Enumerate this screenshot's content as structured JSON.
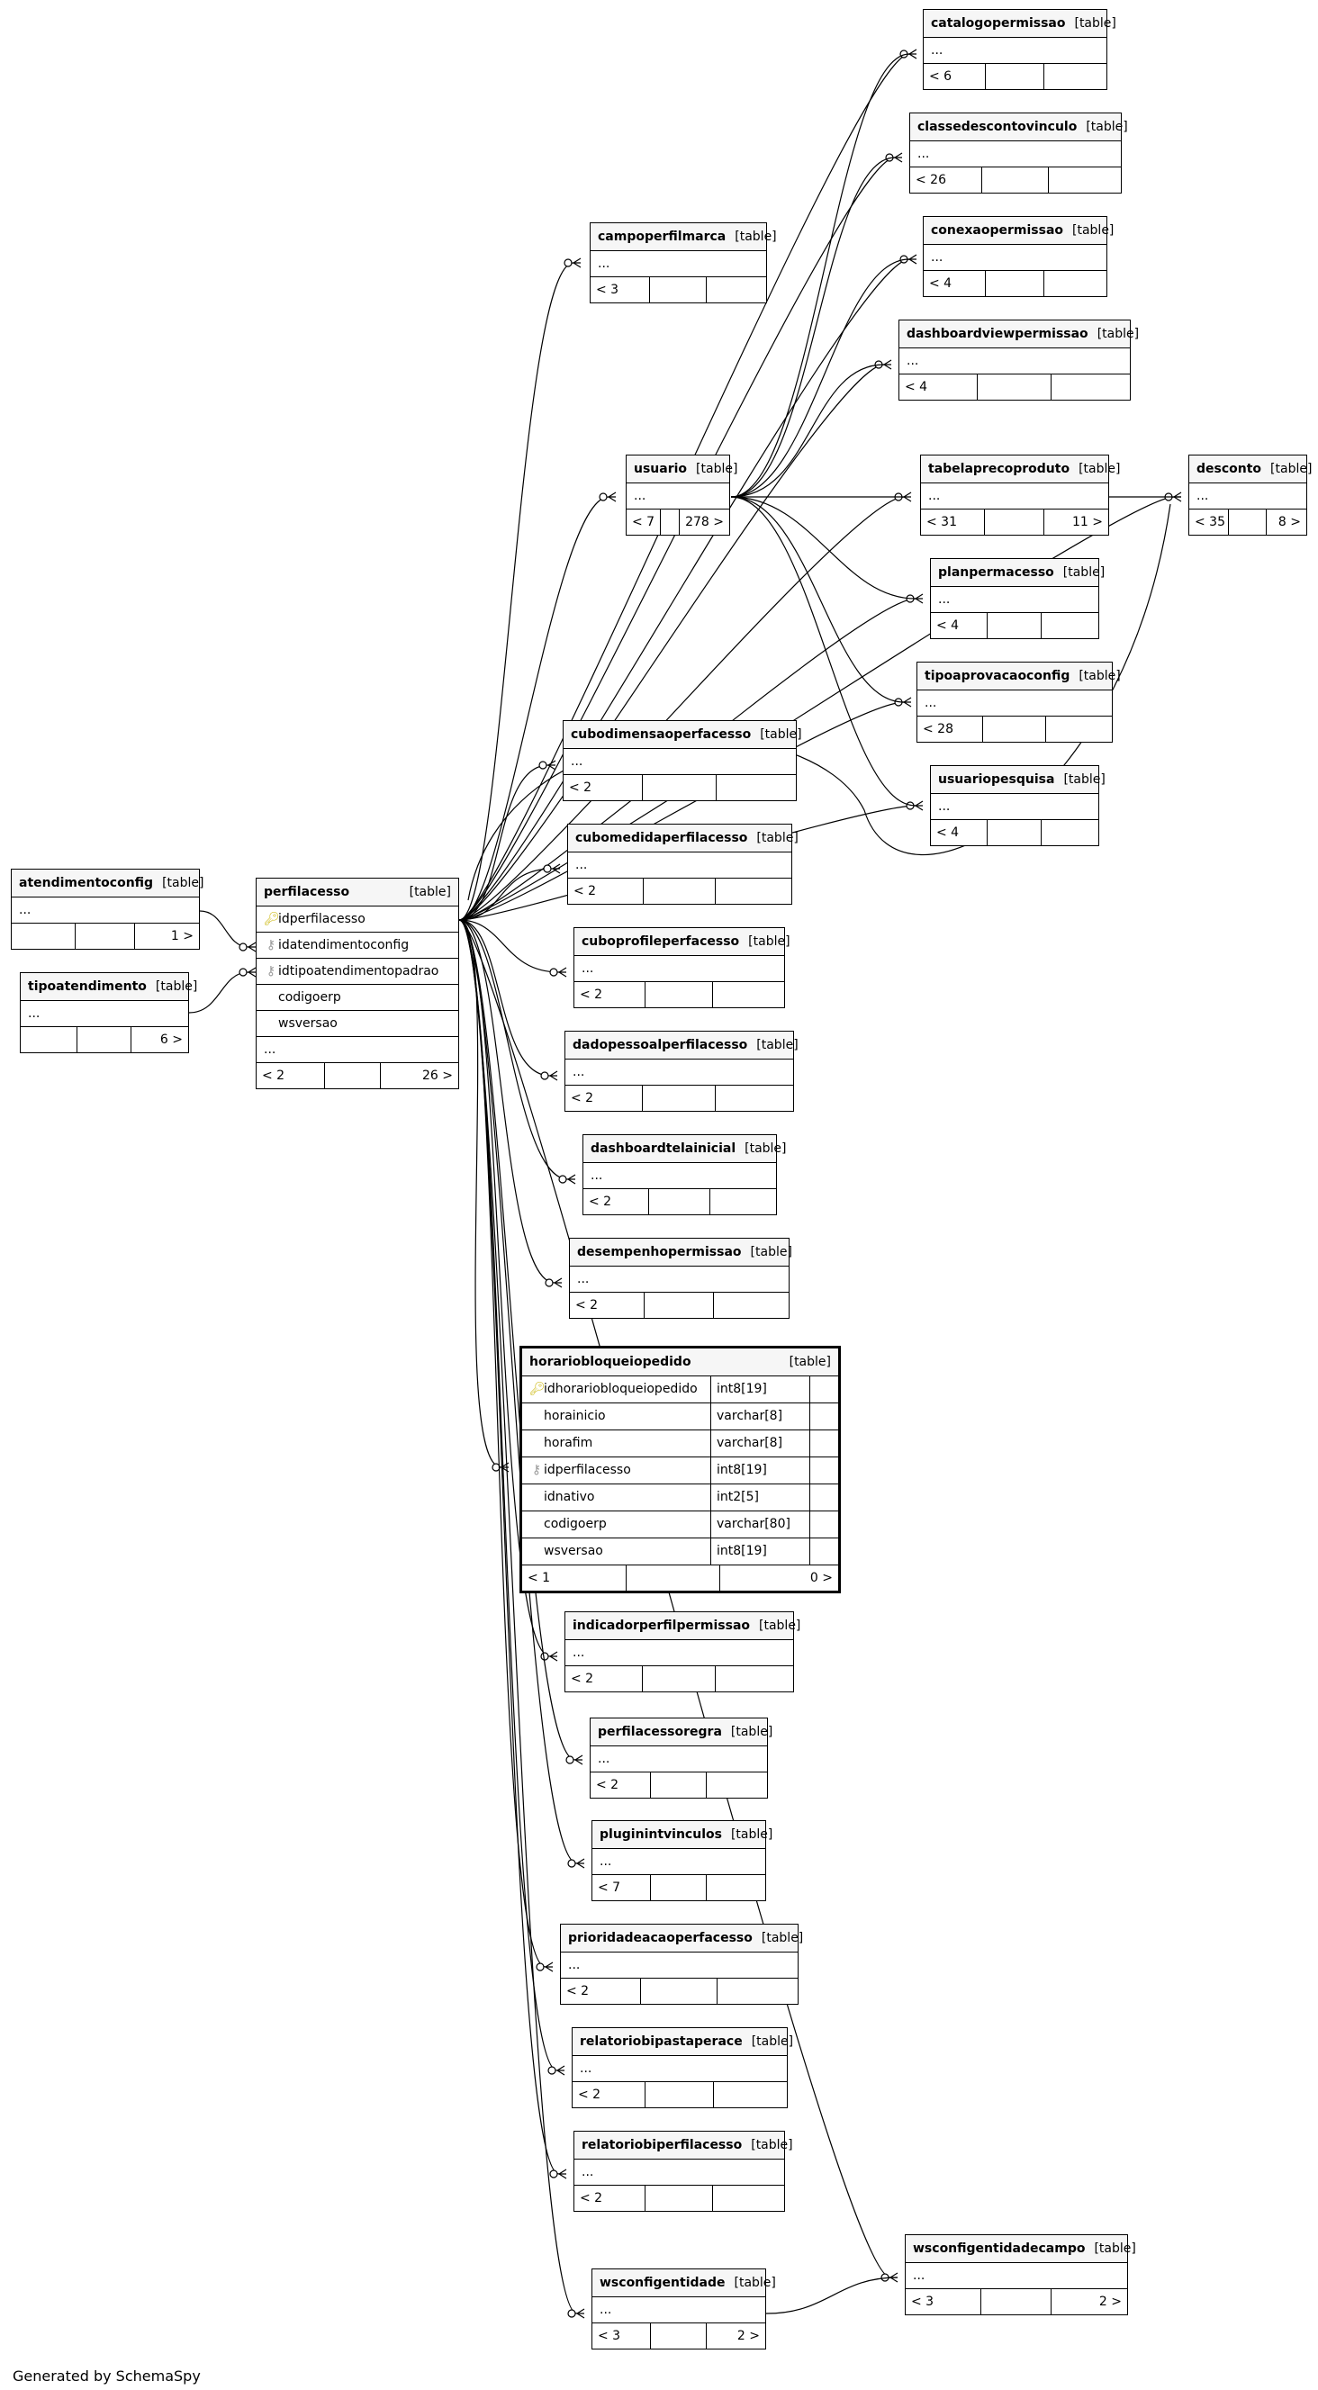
{
  "tables": {
    "catalogopermissao": {
      "name": "catalogopermissao",
      "kind": "[table]",
      "more": "...",
      "parents": "",
      "children": "< 6"
    },
    "classedescontovinculo": {
      "name": "classedescontovinculo",
      "kind": "[table]",
      "more": "...",
      "parents": "",
      "children": "< 26"
    },
    "campoperfilmarca": {
      "name": "campoperfilmarca",
      "kind": "[table]",
      "more": "...",
      "parents": "",
      "children": "< 3"
    },
    "conexaopermissao": {
      "name": "conexaopermissao",
      "kind": "[table]",
      "more": "...",
      "parents": "",
      "children": "< 4"
    },
    "dashboardviewpermissao": {
      "name": "dashboardviewpermissao",
      "kind": "[table]",
      "more": "...",
      "parents": "",
      "children": "< 4"
    },
    "usuario": {
      "name": "usuario",
      "kind": "[table]",
      "more": "...",
      "children": "< 7",
      "parents": "278 >"
    },
    "tabelaprecoproduto": {
      "name": "tabelaprecoproduto",
      "kind": "[table]",
      "more": "...",
      "children": "< 31",
      "parents": "11 >"
    },
    "desconto": {
      "name": "desconto",
      "kind": "[table]",
      "more": "...",
      "children": "< 35",
      "parents": "8 >"
    },
    "planpermacesso": {
      "name": "planpermacesso",
      "kind": "[table]",
      "more": "...",
      "children": "< 4",
      "parents": ""
    },
    "tipoaprovacaoconfig": {
      "name": "tipoaprovacaoconfig",
      "kind": "[table]",
      "more": "...",
      "children": "< 28",
      "parents": ""
    },
    "usuariopesquisa": {
      "name": "usuariopesquisa",
      "kind": "[table]",
      "more": "...",
      "children": "< 4",
      "parents": ""
    },
    "cubodimensaoperfacesso": {
      "name": "cubodimensaoperfacesso",
      "kind": "[table]",
      "more": "...",
      "children": "< 2",
      "parents": ""
    },
    "cubomedidaperfilacesso": {
      "name": "cubomedidaperfilacesso",
      "kind": "[table]",
      "more": "...",
      "children": "< 2",
      "parents": ""
    },
    "cuboprofileperfacesso": {
      "name": "cuboprofileperfacesso",
      "kind": "[table]",
      "more": "...",
      "children": "< 2",
      "parents": ""
    },
    "dadopessoalperfilacesso": {
      "name": "dadopessoalperfilacesso",
      "kind": "[table]",
      "more": "...",
      "children": "< 2",
      "parents": ""
    },
    "dashboardtelainicial": {
      "name": "dashboardtelainicial",
      "kind": "[table]",
      "more": "...",
      "children": "< 2",
      "parents": ""
    },
    "desempenhopermissao": {
      "name": "desempenhopermissao",
      "kind": "[table]",
      "more": "...",
      "children": "< 2",
      "parents": ""
    },
    "indicadorperfilpermissao": {
      "name": "indicadorperfilpermissao",
      "kind": "[table]",
      "more": "...",
      "children": "< 2",
      "parents": ""
    },
    "perfilacessoregra": {
      "name": "perfilacessoregra",
      "kind": "[table]",
      "more": "...",
      "children": "< 2",
      "parents": ""
    },
    "pluginintvinculos": {
      "name": "pluginintvinculos",
      "kind": "[table]",
      "more": "...",
      "children": "< 7",
      "parents": ""
    },
    "prioridadeacaoperfacesso": {
      "name": "prioridadeacaoperfacesso",
      "kind": "[table]",
      "more": "...",
      "children": "< 2",
      "parents": ""
    },
    "relatoriobipastaperace": {
      "name": "relatoriobipastaperace",
      "kind": "[table]",
      "more": "...",
      "children": "< 2",
      "parents": ""
    },
    "relatoriobiperfilacesso": {
      "name": "relatoriobiperfilacesso",
      "kind": "[table]",
      "more": "...",
      "children": "< 2",
      "parents": ""
    },
    "wsconfigentidadecampo": {
      "name": "wsconfigentidadecampo",
      "kind": "[table]",
      "more": "...",
      "children": "< 3",
      "parents": "2 >"
    },
    "wsconfigentidade": {
      "name": "wsconfigentidade",
      "kind": "[table]",
      "more": "...",
      "children": "< 3",
      "parents": "2 >"
    },
    "atendimentoconfig": {
      "name": "atendimentoconfig",
      "kind": "[table]",
      "more": "...",
      "children": "",
      "parents": "1 >"
    },
    "tipoatendimento": {
      "name": "tipoatendimento",
      "kind": "[table]",
      "more": "...",
      "children": "",
      "parents": "6 >"
    }
  },
  "perfilacesso": {
    "name": "perfilacesso",
    "kind": "[table]",
    "cols": [
      "idperfilacesso",
      "idatendimentoconfig",
      "idtipoatendimentopadrao",
      "codigoerp",
      "wsversao"
    ],
    "more": "...",
    "children": "< 2",
    "parents": "26 >"
  },
  "horariobloqueiopedido": {
    "name": "horariobloqueiopedido",
    "kind": "[table]",
    "cols": [
      {
        "name": "idhorariobloqueiopedido",
        "type": "int8[19]"
      },
      {
        "name": "horainicio",
        "type": "varchar[8]"
      },
      {
        "name": "horafim",
        "type": "varchar[8]"
      },
      {
        "name": "idperfilacesso",
        "type": "int8[19]"
      },
      {
        "name": "idnativo",
        "type": "int2[5]"
      },
      {
        "name": "codigoerp",
        "type": "varchar[80]"
      },
      {
        "name": "wsversao",
        "type": "int8[19]"
      }
    ],
    "children": "< 1",
    "parents": "0 >"
  },
  "footer": "Generated by SchemaSpy"
}
